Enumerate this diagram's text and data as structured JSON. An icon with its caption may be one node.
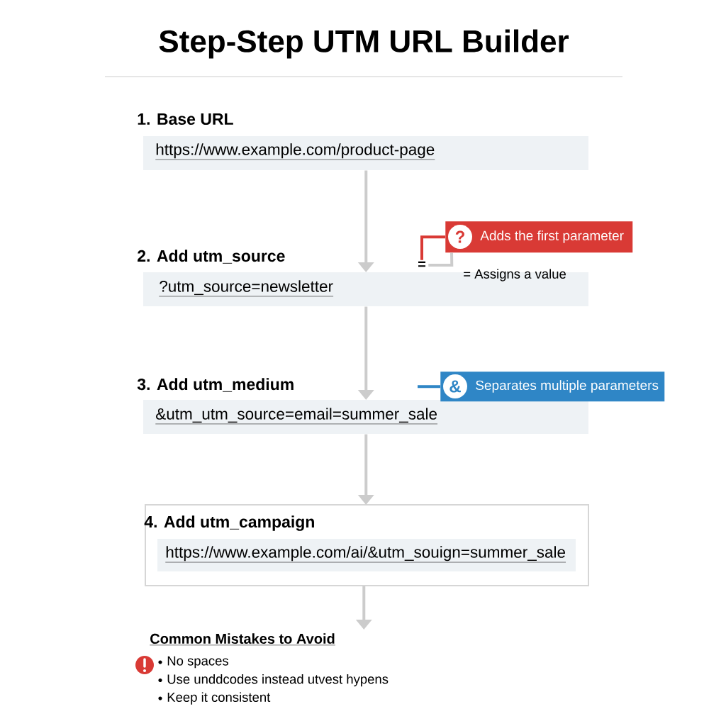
{
  "diagram": {
    "title": "Step-Step UTM URL Builder",
    "nodes": [
      {
        "text": [
          "1. Base URL",
          "https://www.example.com/product-page"
        ]
      },
      {
        "text": [
          "2. Add utm_source",
          "?utm_source=newsletter"
        ]
      },
      {
        "text": [
          "="
        ]
      },
      {
        "text": [
          "?",
          "Adds the first parameter"
        ]
      },
      {
        "text": [
          "3. Add utm_medium",
          "&utm_utm_source=email=summer_sale"
        ]
      },
      {
        "text": [
          "&",
          "Separates multiple parameters"
        ]
      },
      {
        "text": [
          "4. Add utm_campaign",
          "https://www.example.com/ai/&utm_souign=summer_sale"
        ]
      },
      {
        "text": [
          "Common Mistakes to Avoid",
          "No spaces",
          "Use unddcodes instead utvest hypens",
          "Keep it consistent"
        ]
      }
    ],
    "edges": [
      {
        "from": 0,
        "to": 1,
        "arrow": "to"
      },
      {
        "from": 1,
        "to": 4,
        "arrow": "to"
      },
      {
        "from": 4,
        "to": 6,
        "arrow": "to"
      },
      {
        "from": 6,
        "to": 7,
        "arrow": "to"
      },
      {
        "from": 2,
        "to": 3,
        "arrow": "none"
      },
      {
        "from": 3,
        "to": 2,
        "arrow": "none",
        "color": "#d93a35"
      },
      {
        "from": 4,
        "to": 5,
        "arrow": "none",
        "color": "#2f86c6"
      }
    ],
    "labels": [
      "= Assigns a value"
    ]
  }
}
